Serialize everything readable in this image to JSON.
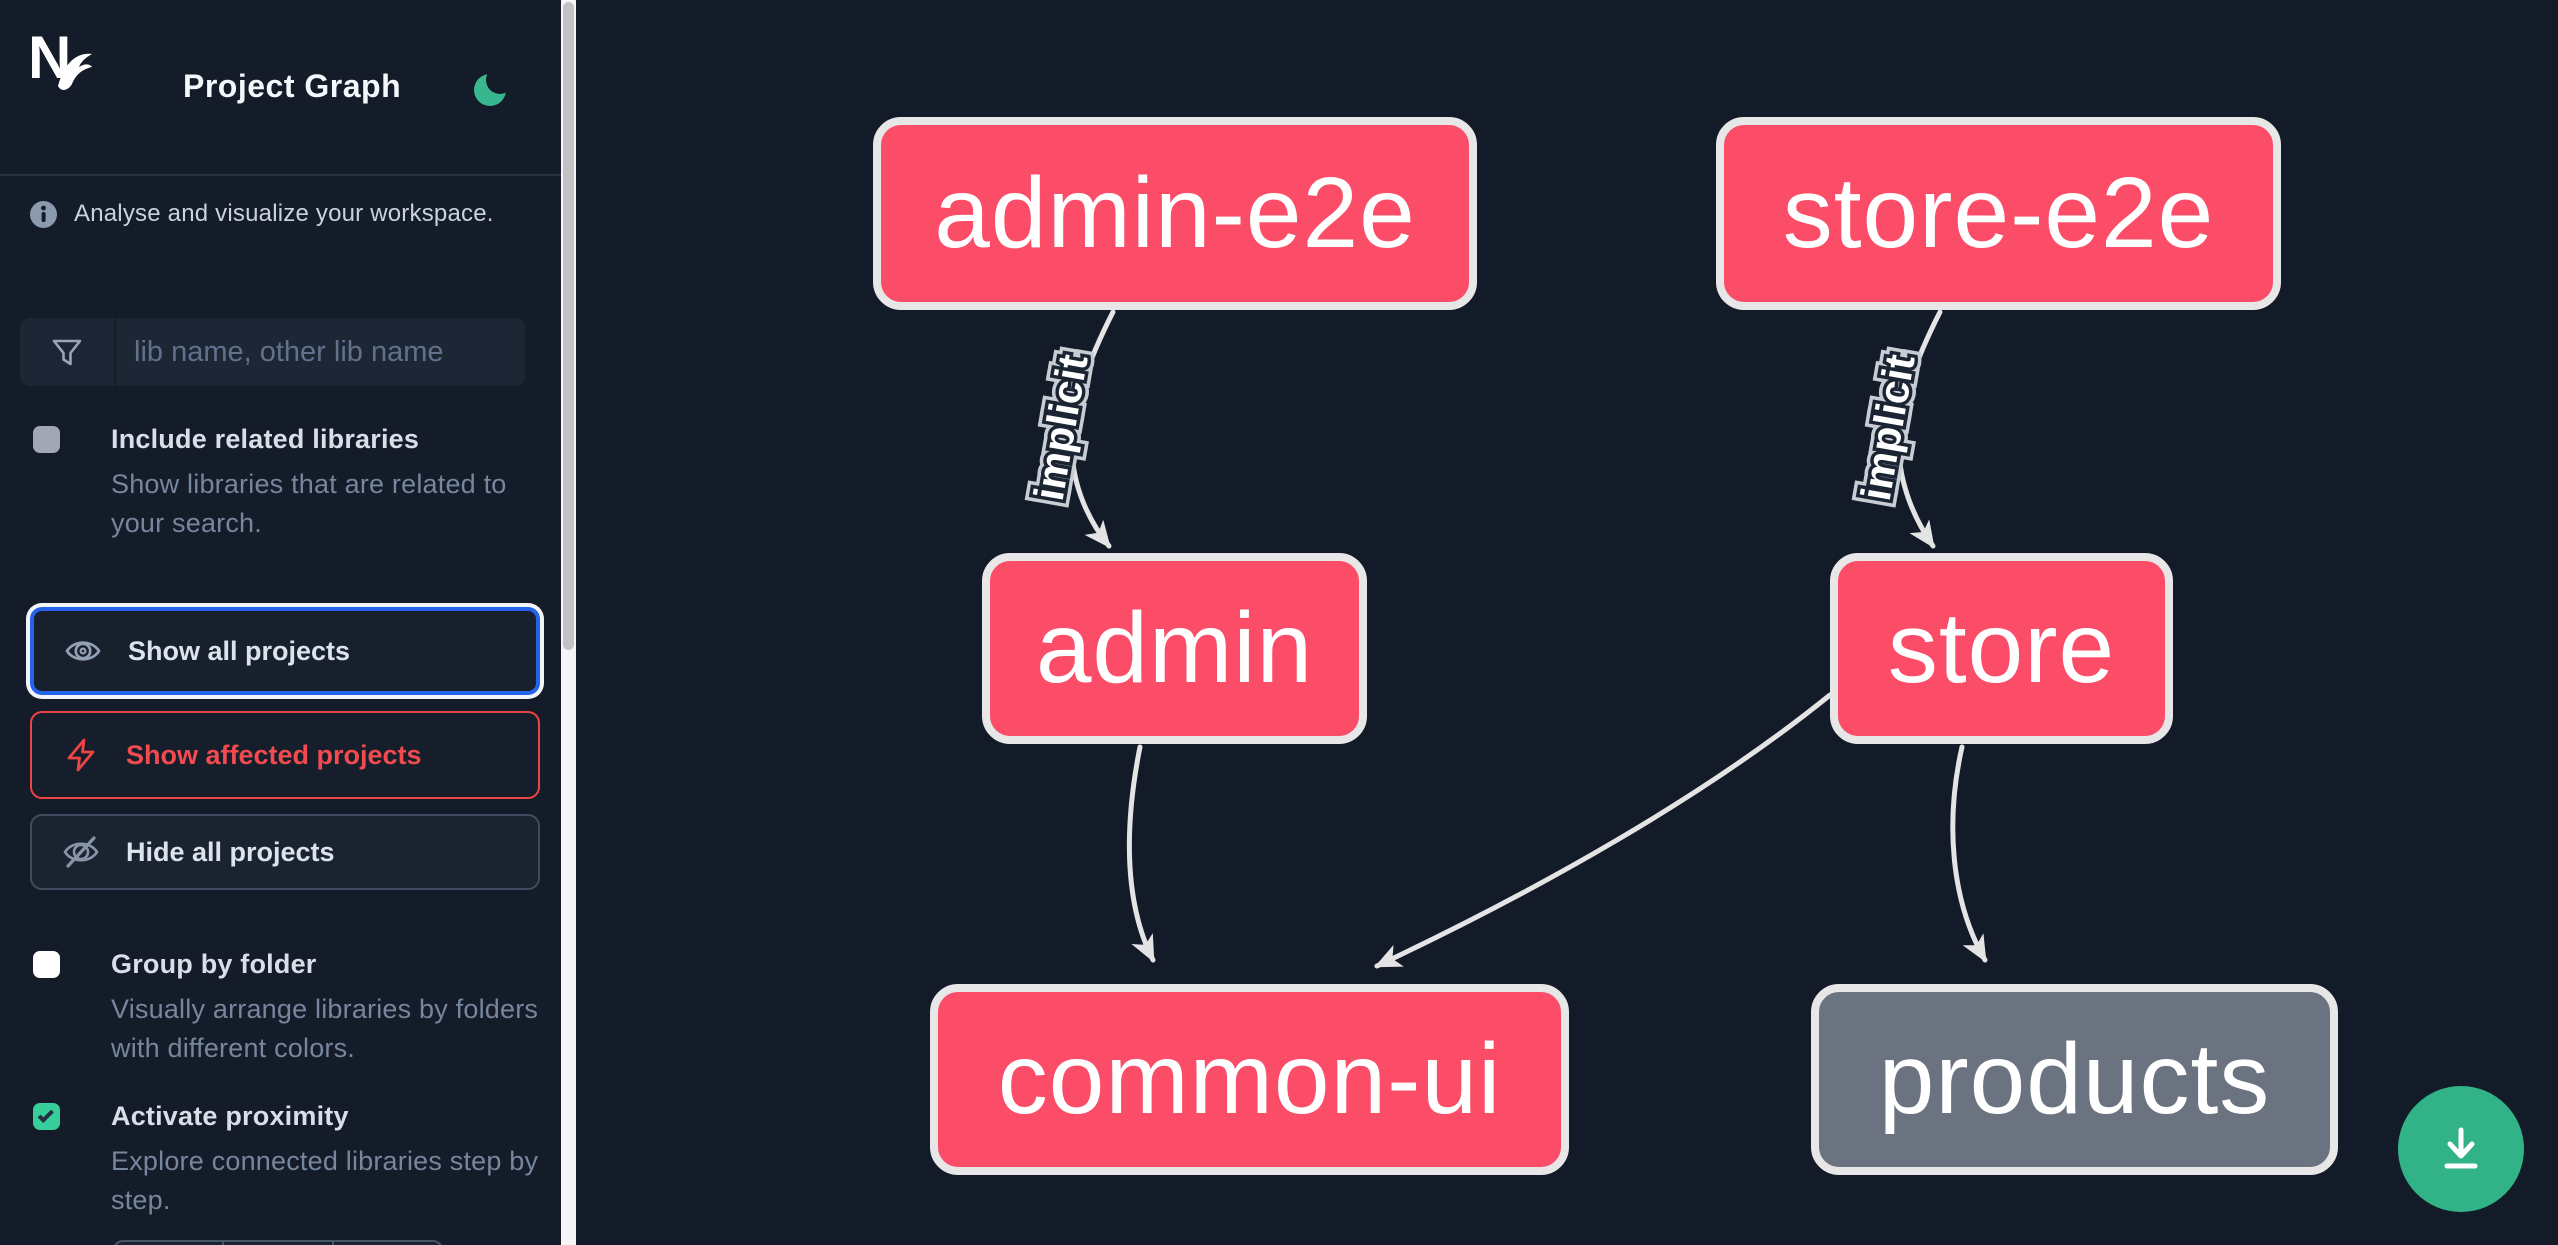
{
  "header": {
    "title": "Project Graph",
    "logo": "nx-logo",
    "theme_toggle": "moon-icon"
  },
  "sidebar": {
    "info_text": "Analyse and visualize your workspace.",
    "search": {
      "placeholder": "lib name, other lib name",
      "value": "",
      "icon": "filter-funnel-icon"
    },
    "checkboxes": [
      {
        "id": "include-related",
        "label": "Include related libraries",
        "description": "Show libraries that are related to your search.",
        "checked": false,
        "style": "gray"
      },
      {
        "id": "group-by-folder",
        "label": "Group by folder",
        "description": "Visually arrange libraries by folders with different colors.",
        "checked": false,
        "style": "white"
      },
      {
        "id": "activate-proximity",
        "label": "Activate proximity",
        "description": "Explore connected libraries step by step.",
        "checked": true,
        "style": "green"
      }
    ],
    "buttons": [
      {
        "id": "show-all",
        "label": "Show all projects",
        "icon": "eye-icon",
        "state": "focused"
      },
      {
        "id": "show-affected",
        "label": "Show affected projects",
        "icon": "bolt-icon",
        "state": "danger"
      },
      {
        "id": "hide-all",
        "label": "Hide all projects",
        "icon": "eye-off-icon",
        "state": "default"
      }
    ]
  },
  "graph": {
    "nodes": [
      {
        "id": "admin-e2e",
        "label": "admin-e2e",
        "type": "affected"
      },
      {
        "id": "store-e2e",
        "label": "store-e2e",
        "type": "affected"
      },
      {
        "id": "admin",
        "label": "admin",
        "type": "affected"
      },
      {
        "id": "store",
        "label": "store",
        "type": "affected"
      },
      {
        "id": "common-ui",
        "label": "common-ui",
        "type": "affected"
      },
      {
        "id": "products",
        "label": "products",
        "type": "default"
      }
    ],
    "edges": [
      {
        "from": "admin-e2e",
        "to": "admin",
        "label": "implicit"
      },
      {
        "from": "store-e2e",
        "to": "store",
        "label": "implicit"
      },
      {
        "from": "admin",
        "to": "common-ui",
        "label": ""
      },
      {
        "from": "store",
        "to": "common-ui",
        "label": ""
      },
      {
        "from": "store",
        "to": "products",
        "label": ""
      }
    ]
  },
  "fab": {
    "icon": "download-icon"
  },
  "colors": {
    "background": "#131a28",
    "sidebar_background": "#141b29",
    "node_affected": "#fb4d68",
    "node_default": "#6b7280",
    "node_border": "#e7e7e7",
    "edge": "#e4e4e4",
    "accent_blue": "#2563eb",
    "danger_red": "#ef4444",
    "emerald": "#31b287"
  }
}
